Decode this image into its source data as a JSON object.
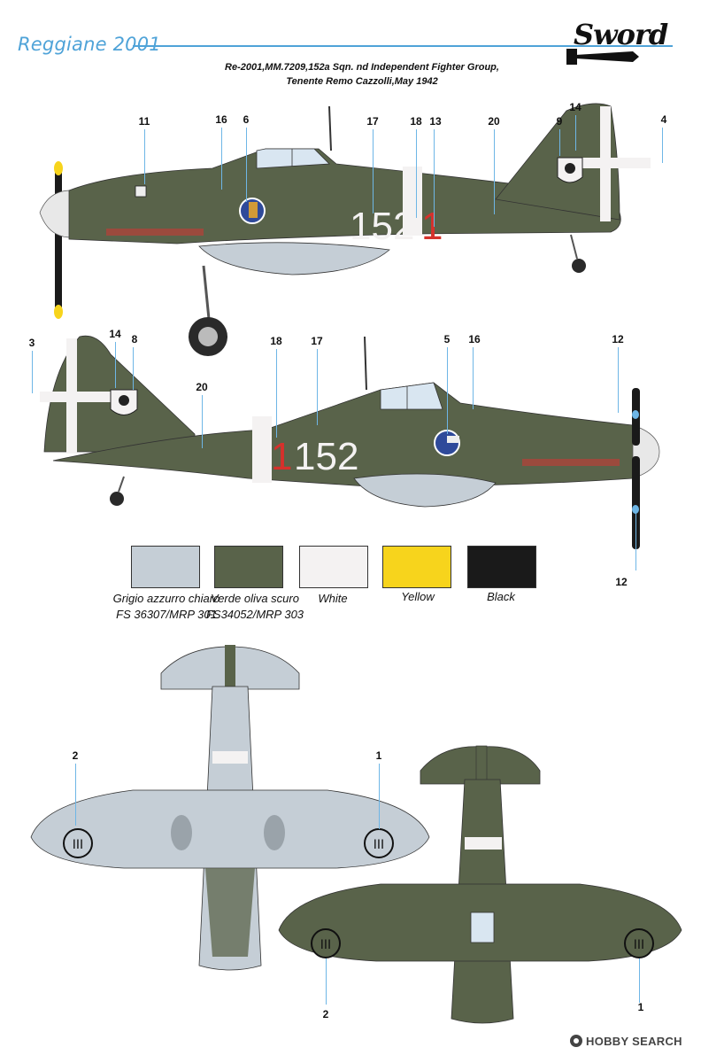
{
  "header": {
    "title": "Reggiane 2001",
    "logo_text": "Sword"
  },
  "caption": {
    "line1": "Re-2001,MM.7209,152a Sqn. nd Independent Fighter Group,",
    "line2": "Tenente Remo Cazzolli,May 1942"
  },
  "aircraft_code": {
    "upper_numbers": "152",
    "upper_red": "1",
    "lower_red": "1",
    "lower_numbers": "152"
  },
  "callouts_top": [
    "11",
    "16",
    "6",
    "17",
    "18",
    "13",
    "20",
    "9",
    "14",
    "4"
  ],
  "callouts_mid": [
    "3",
    "14",
    "8",
    "20",
    "18",
    "17",
    "5",
    "16",
    "12"
  ],
  "callouts_mid_bottom": [
    "12"
  ],
  "callouts_bottom": [
    "2",
    "1",
    "2",
    "1"
  ],
  "swatches": [
    {
      "label1": "Grigio azzurro chiaro",
      "label2": "FS 36307/MRP 301",
      "color": "#c5ced6"
    },
    {
      "label1": "Verde oliva scuro",
      "label2": "FS34052/MRP 303",
      "color": "#59634a"
    },
    {
      "label1": "White",
      "label2": "",
      "color": "#f4f2f2"
    },
    {
      "label1": "Yellow",
      "label2": "",
      "color": "#f7d41c"
    },
    {
      "label1": "Black",
      "label2": "",
      "color": "#1a1a1a"
    }
  ],
  "colors": {
    "accent": "#4fa3d8",
    "olive": "#59634a",
    "grey_blue": "#c5ced6",
    "red": "#d6312c"
  },
  "watermark": "HOBBY SEARCH"
}
